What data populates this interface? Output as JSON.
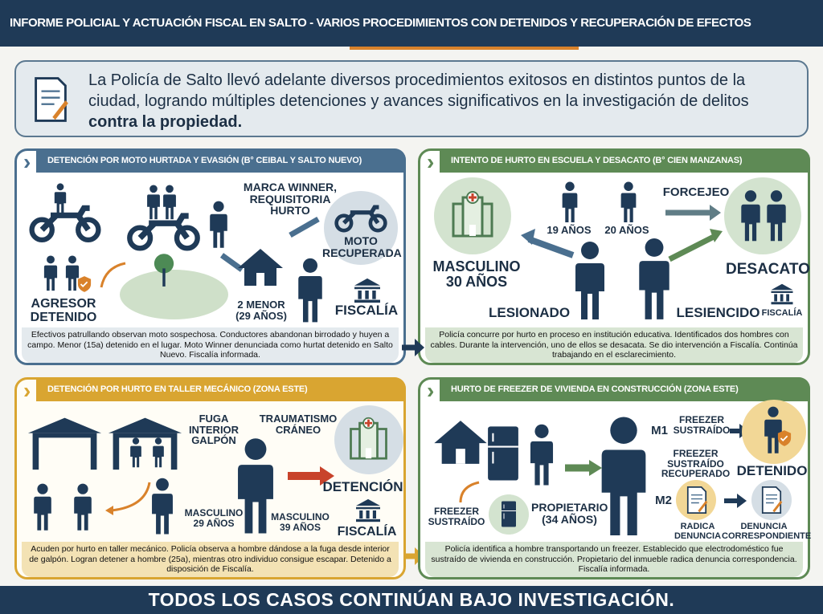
{
  "header": {
    "title": "INFORME POLICIAL Y ACTUACIÓN FISCAL EN SALTO - VARIOS PROCEDIMIENTOS CON DETENIDOS Y RECUPERACIÓN DE EFECTOS"
  },
  "intro": {
    "text": "La Policía de Salto llevó adelante diversos procedimientos exitosos en distintos puntos de la ciudad, logrando múltiples detenciones y avances significativos en la investigación de delitos ",
    "bold": "contra la propiedad."
  },
  "panels": [
    {
      "title": "DETENCIÓN POR MOTO HURTADA Y EVASIÓN (B° CEIBAL Y SALTO NUEVO)",
      "labels": {
        "marca": "MARCA WINNER, REQUISITORIA HURTO",
        "moto": "MOTO RECUPERADA",
        "agresor": "AGRESOR DETENIDO",
        "menor": "2 MENOR (29 AÑOS)",
        "fiscalia": "FISCALÍA"
      },
      "description": "Efectivos patrullando observan moto sospechosa. Conductores abandonan birrodado y huyen a campo. Menor (15a) detenido en el lugar. Moto Winner denunciada como hurtat detenido en Salto Nuevo. Fiscalía informada."
    },
    {
      "title": "INTENTO DE HURTO EN ESCUELA Y DESACATO (B° CIEN MANZANAS)",
      "labels": {
        "masculino": "MASCULINO 30 AÑOS",
        "age19": "19 AÑOS",
        "age20": "20 AÑOS",
        "forcejeo": "FORCEJEO",
        "desacato": "DESACATO",
        "lesionado": "LESIONADO",
        "lesiencido": "LESIENCIDO",
        "fiscalia": "FISCALÍA"
      },
      "description": "Policía concurre por hurto en proceso en institución educativa. Identificados dos hombres con cables. Durante la intervención, uno de ellos se desacata. Se dio intervención a Fiscalía. Continúa trabajando en el esclarecimiento."
    },
    {
      "title": "DETENCIÓN POR HURTO EN TALLER MECÁNICO (ZONA ESTE)",
      "labels": {
        "fuga": "FUGA INTERIOR GALPÓN",
        "trauma": "TRAUMATISMO CRÁNEO",
        "detencion": "DETENCIÓN",
        "fiscalia": "FISCALÍA",
        "m29": "MASCULINO 29 AÑOS",
        "m39": "MASCULINO 39 AÑOS"
      },
      "description": "Acuden por hurto en taller mecánico. Policía observa a hombre dándose a la fuga desde interior de galpón. Logran detener a hombre (25a), mientras otro individuo consigue escapar. Detenido a disposición de Fiscalía."
    },
    {
      "title": "HURTO DE FREEZER DE VIVIENDA EN CONSTRUCCIÓN (ZONA ESTE)",
      "labels": {
        "m1": "M1",
        "freezer1": "FREEZER SUSTRAÍDO",
        "detenido": "DETENIDO",
        "recuperado": "FREEZER SUSTRAÍDO RECUPERADO",
        "m2": "M2",
        "radica": "RADICA DENUNCIA",
        "denuncia": "DENUNCIA CORRESPONDIENTE",
        "freezer2": "FREEZER SUSTRAÍDO",
        "propietario": "PROPIETARIO (34 AÑOS)"
      },
      "description": "Policía identifica a hombre transportando un freezer. Establecido que electrodoméstico fue sustraído de vivienda en construcción. Propietario del inmueble radica denuncia correspondencia. Fiscalía informada."
    }
  ],
  "footer": {
    "text": "TODOS LOS CASOS CONTINÚAN BAJO INVESTIGACIÓN."
  },
  "colors": {
    "navy": "#1f3a57",
    "blue": "#4a6f8f",
    "green": "#5e8a55",
    "gold": "#d9a531",
    "orange": "#d9822b",
    "red": "#c8432b"
  }
}
